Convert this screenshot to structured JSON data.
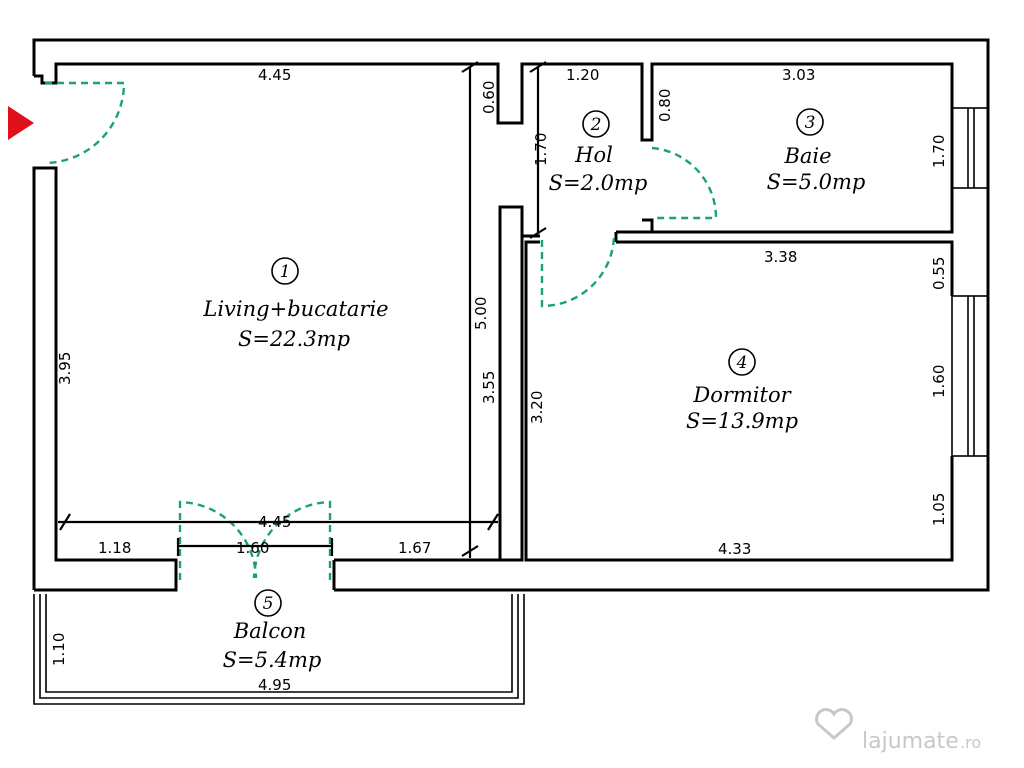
{
  "rooms": [
    {
      "number": "1",
      "name": "Living+bucatarie",
      "area": "S=22.3mp"
    },
    {
      "number": "2",
      "name": "Hol",
      "area": "S=2.0mp"
    },
    {
      "number": "3",
      "name": "Baie",
      "area": "S=5.0mp"
    },
    {
      "number": "4",
      "name": "Dormitor",
      "area": "S=13.9mp"
    },
    {
      "number": "5",
      "name": "Balcon",
      "area": "S=5.4mp"
    }
  ],
  "dimensions": {
    "living_top": "4.45",
    "living_left": "3.95",
    "living_right_total": "5.00",
    "living_right_lower": "3.55",
    "living_bottom_total": "4.45",
    "balcony_door_left": "1.18",
    "balcony_door_width": "1.60",
    "balcony_door_right": "1.67",
    "hol_niche": "0.60",
    "hol_top": "1.20",
    "hol_height": "1.70",
    "baie_door_wall": "0.80",
    "baie_top": "3.03",
    "baie_right": "1.70",
    "dormitor_top": "3.38",
    "dormitor_right_top": "0.55",
    "dormitor_window": "1.60",
    "dormitor_right_bottom": "1.05",
    "dormitor_left": "3.20",
    "dormitor_bottom": "4.33",
    "balcon_height": "1.10",
    "balcon_width": "4.95"
  },
  "watermark": {
    "text": "lajumate",
    "suffix": ".ro"
  },
  "colors": {
    "walls": "#000000",
    "doors": "#1aa36b",
    "entry_arrow": "#e0101a",
    "watermark": "#c8c8c8"
  },
  "icons": {
    "entry": "entry-arrow-icon",
    "watermark_logo": "heart-logo-icon"
  }
}
